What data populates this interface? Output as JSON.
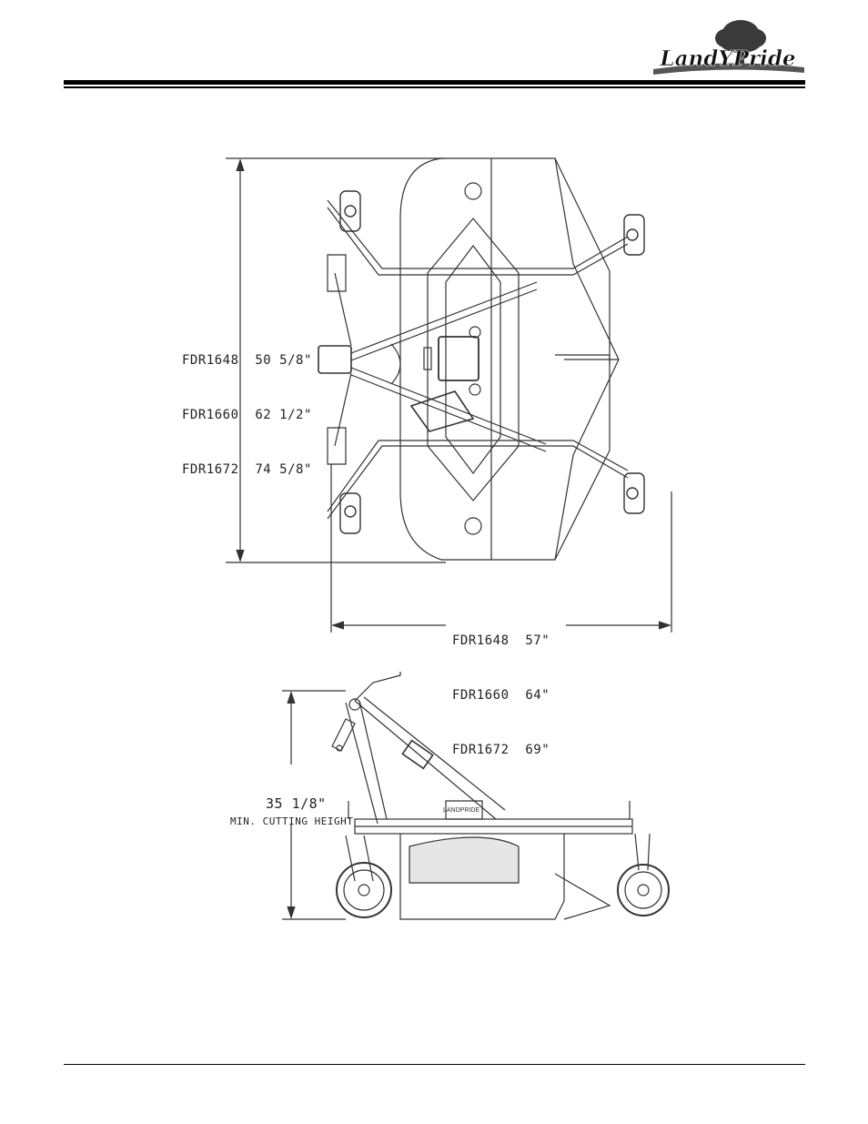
{
  "header": {
    "logo_text": "LandYPride"
  },
  "top_view": {
    "height_dims": [
      {
        "model": "FDR1648",
        "value": "50 5/8\""
      },
      {
        "model": "FDR1660",
        "value": "62 1/2\""
      },
      {
        "model": "FDR1672",
        "value": "74 5/8\""
      }
    ],
    "width_dims": [
      {
        "model": "FDR1648",
        "value": "57\""
      },
      {
        "model": "FDR1660",
        "value": "64\""
      },
      {
        "model": "FDR1672",
        "value": "69\""
      }
    ]
  },
  "side_view": {
    "height_value": "35 1/8\"",
    "height_note": "MIN. CUTTING HEIGHT",
    "deck_brand": "LANDPRIDE"
  },
  "colors": {
    "ink": "#000000",
    "line": "#333333",
    "shade": "#dddddd"
  }
}
